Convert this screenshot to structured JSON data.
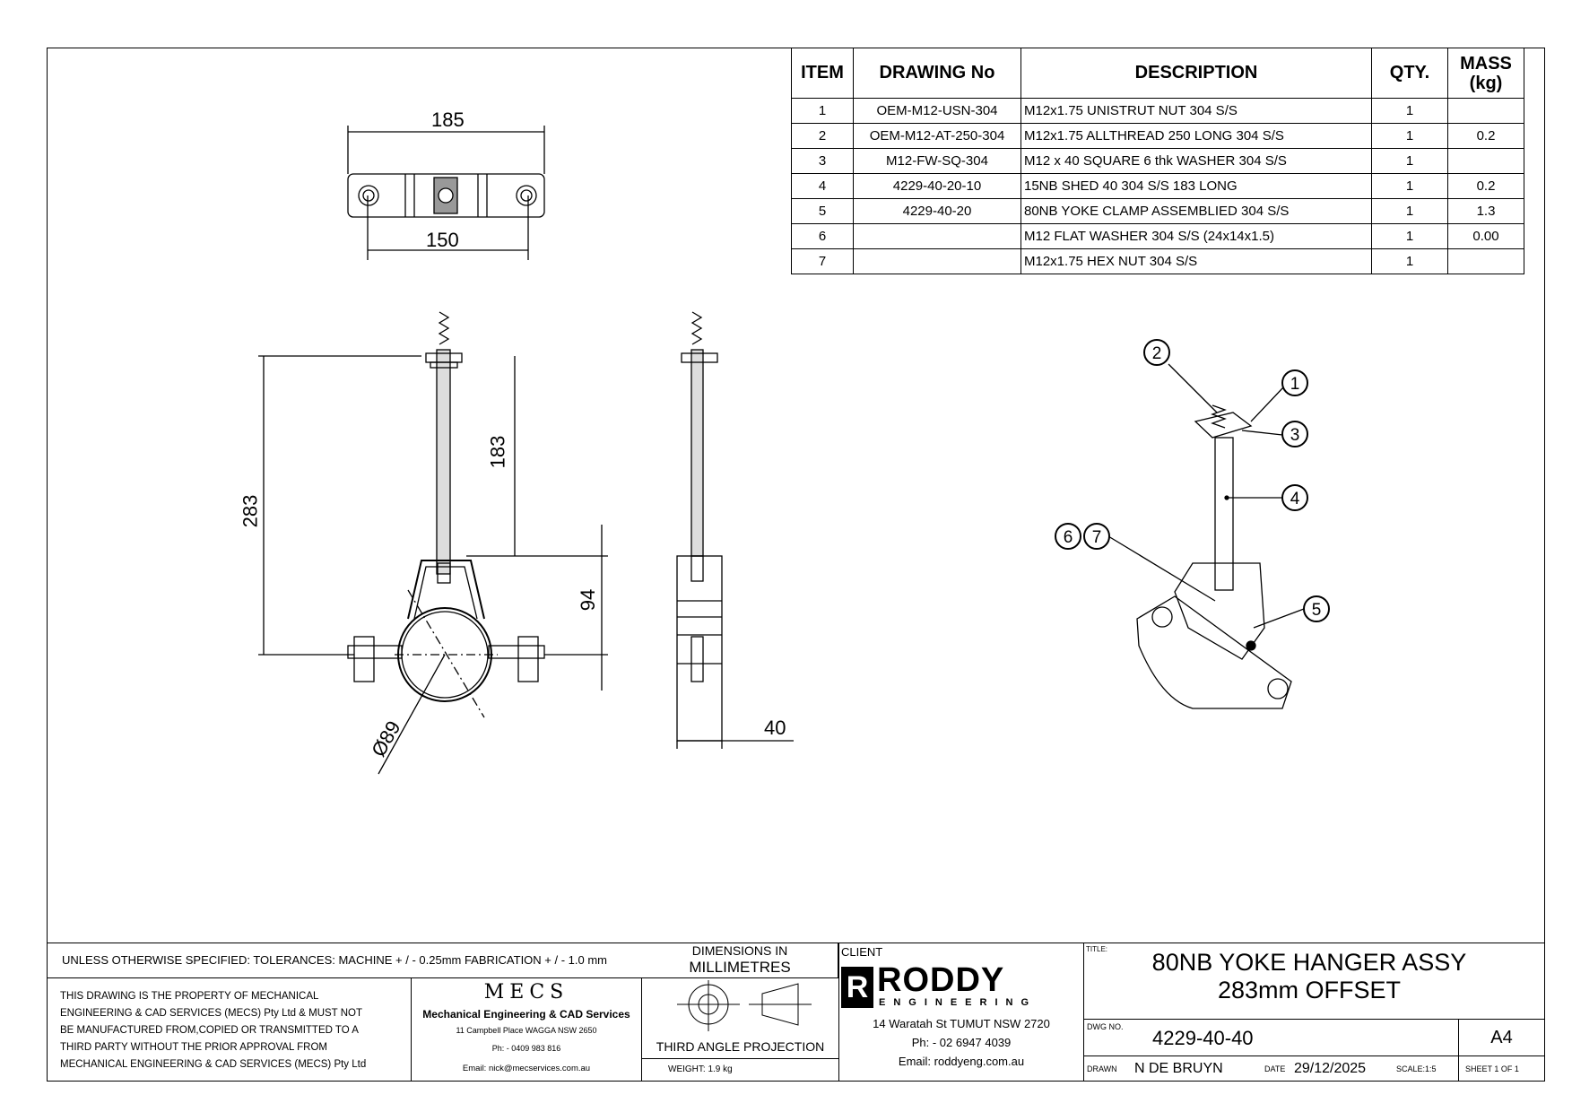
{
  "bom": {
    "headers": [
      "ITEM",
      "DRAWING No",
      "DESCRIPTION",
      "QTY.",
      "MASS (kg)"
    ],
    "rows": [
      [
        "1",
        "OEM-M12-USN-304",
        "M12x1.75 UNISTRUT NUT 304 S/S",
        "1",
        ""
      ],
      [
        "2",
        "OEM-M12-AT-250-304",
        "M12x1.75 ALLTHREAD  250 LONG 304 S/S",
        "1",
        "0.2"
      ],
      [
        "3",
        "M12-FW-SQ-304",
        "M12 x 40 SQUARE 6 thk WASHER 304 S/S",
        "1",
        ""
      ],
      [
        "4",
        "4229-40-20-10",
        "15NB SHED 40 304 S/S 183 LONG",
        "1",
        "0.2"
      ],
      [
        "5",
        "4229-40-20",
        "80NB YOKE CLAMP ASSEMBLIED 304 S/S",
        "1",
        "1.3"
      ],
      [
        "6",
        "",
        "M12 FLAT WASHER 304 S/S (24x14x1.5)",
        "1",
        "0.00"
      ],
      [
        "7",
        "",
        "M12x1.75 HEX NUT 304 S/S",
        "1",
        ""
      ]
    ]
  },
  "dims": {
    "d185": "185",
    "d150": "150",
    "d283": "283",
    "d183": "183",
    "d94": "94",
    "d89": "Ø89",
    "d40": "40"
  },
  "balloons": [
    "1",
    "2",
    "3",
    "4",
    "5",
    "6",
    "7"
  ],
  "title_block": {
    "tolerances": "UNLESS OTHERWISE SPECIFIED: TOLERANCES: MACHINE + / - 0.25mm  FABRICATION + / - 1.0 mm",
    "dimensions_line1": "DIMENSIONS IN",
    "dimensions_line2": "MILLIMETRES",
    "property_notice": [
      "THIS DRAWING IS THE PROPERTY OF MECHANICAL",
      "ENGINEERING & CAD SERVICES (MECS) Pty Ltd & MUST NOT",
      "BE MANUFACTURED FROM,COPIED OR TRANSMITTED TO A",
      "THIRD PARTY WITHOUT THE PRIOR APPROVAL FROM",
      "MECHANICAL ENGINEERING & CAD SERVICES (MECS) Pty Ltd"
    ],
    "mecs_logo": "MECS",
    "mecs_name": "Mechanical Engineering & CAD Services",
    "mecs_address": "11 Campbell Place WAGGA NSW 2650",
    "mecs_phone": "Ph: - 0409 983 816",
    "mecs_email": "Email: nick@mecservices.com.au",
    "projection": "THIRD ANGLE PROJECTION",
    "weight": "WEIGHT: 1.9 kg",
    "client_label": "CLIENT",
    "client_logo_main": "RODDY",
    "client_logo_sub": "ENGINEERING",
    "client_address": "14 Waratah St TUMUT NSW 2720",
    "client_phone": "Ph: - 02 6947 4039",
    "client_email": "Email: roddyeng.com.au",
    "title_label": "TITLE:",
    "title_line1": "80NB YOKE HANGER ASSY",
    "title_line2": "283mm OFFSET",
    "dwg_label": "DWG NO.",
    "dwg_no": "4229-40-40",
    "size": "A4",
    "drawn_label": "DRAWN",
    "drawn_by": "N DE BRUYN",
    "date_label": "DATE",
    "date": "29/12/2025",
    "scale": "SCALE:1:5",
    "sheet": "SHEET 1 OF 1"
  }
}
